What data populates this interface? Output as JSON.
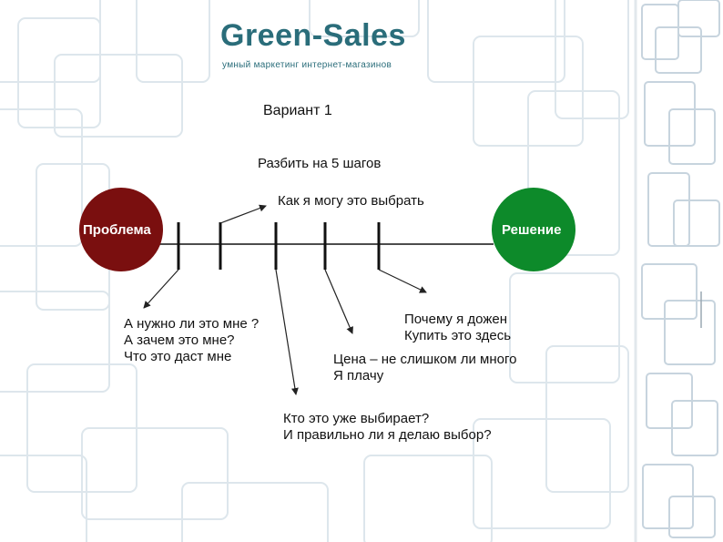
{
  "logo": {
    "title": "Green-Sales",
    "subtitle": "умный маркетинг интернет-магазинов"
  },
  "variant": "Вариант 1",
  "diagram": {
    "steps_title": "Разбить на 5 шагов",
    "choose_label": "Как я могу это выбрать",
    "problem": "Проблема",
    "solution": "Решение",
    "questions": {
      "need": "А нужно ли это мне ?\nА зачем это мне?\nЧто это даст мне",
      "why_here": "Почему я дожен\nКупить это здесь",
      "price": "Цена – не слишком ли много\nЯ плачу",
      "who": "Кто это уже выбирает?\nИ правильно ли я делаю выбор?"
    }
  },
  "colors": {
    "problem_circle": "#7a0f0f",
    "solution_circle": "#0d8a2a",
    "logo": "#2a6d7a",
    "background_pattern": "#dde6ec"
  }
}
